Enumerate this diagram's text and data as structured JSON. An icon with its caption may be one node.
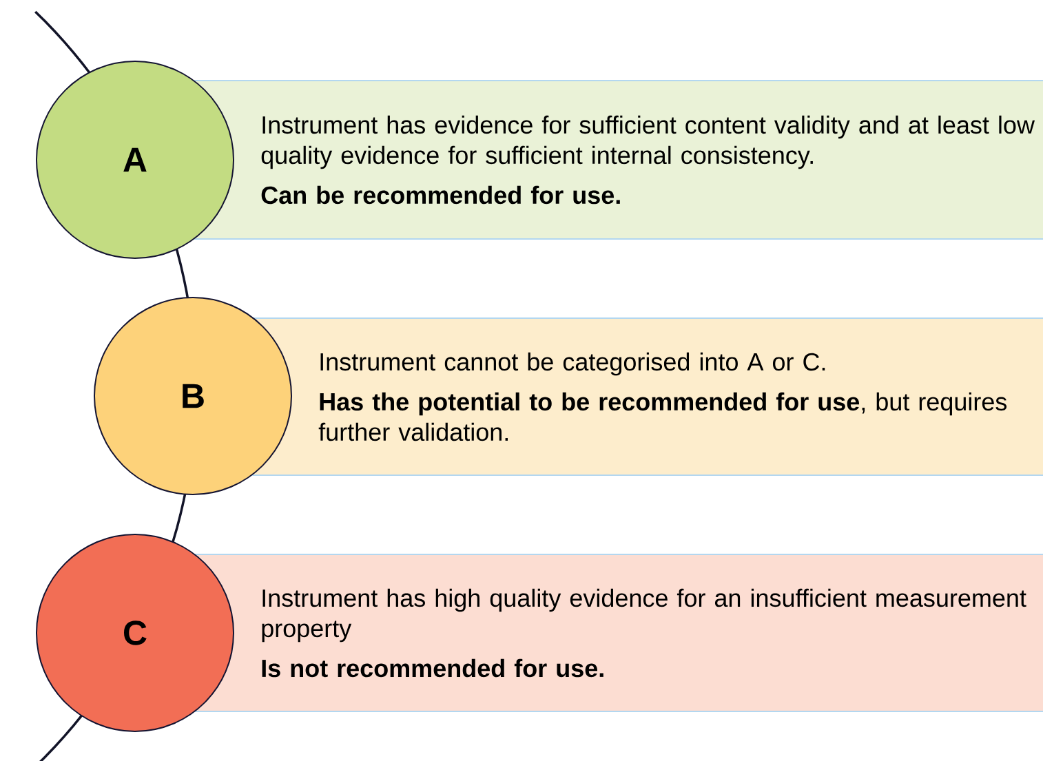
{
  "diagram": {
    "nodes": [
      {
        "text": [
          "A"
        ]
      },
      {
        "text": [
          "Instrument has evidence for sufficient content validity and at least low quality evidence for sufficient internal consistency.",
          "Can be recommended for use."
        ]
      },
      {
        "text": [
          "B"
        ]
      },
      {
        "text": [
          "Instrument cannot be categorised into A or C.",
          "**Has the potential to be recommended for use**, but requires further validation."
        ]
      },
      {
        "text": [
          "C"
        ]
      },
      {
        "text": [
          "Instrument has high quality evidence for an insufficient measurement property",
          "Is not recommended for use."
        ]
      }
    ]
  }
}
